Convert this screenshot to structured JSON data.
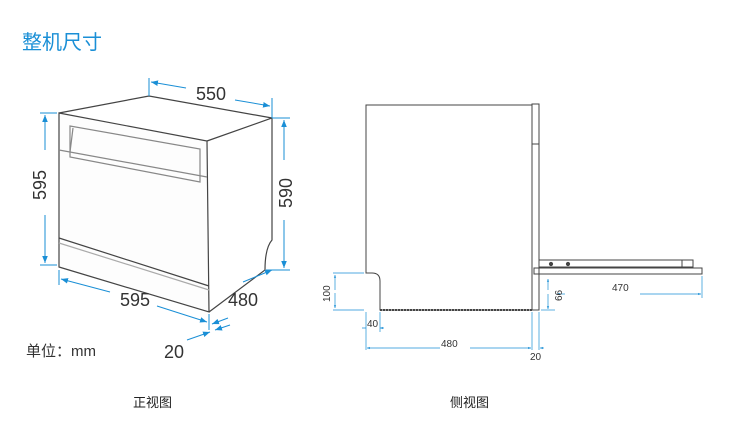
{
  "title": "整机尺寸",
  "colors": {
    "accent": "#1a8fd6",
    "line": "#444444"
  },
  "front_view": {
    "caption": "正视图",
    "unit_label": "单位：mm",
    "dims": {
      "width_top": "550",
      "height_left": "595",
      "height_right": "590",
      "width_bottom": "595",
      "depth": "480",
      "door": "20"
    }
  },
  "side_view": {
    "caption": "侧视图",
    "dims": {
      "toe_height": "100",
      "toe_depth": "40",
      "depth": "480",
      "door": "20",
      "open_height": "66",
      "open_length": "470"
    }
  }
}
